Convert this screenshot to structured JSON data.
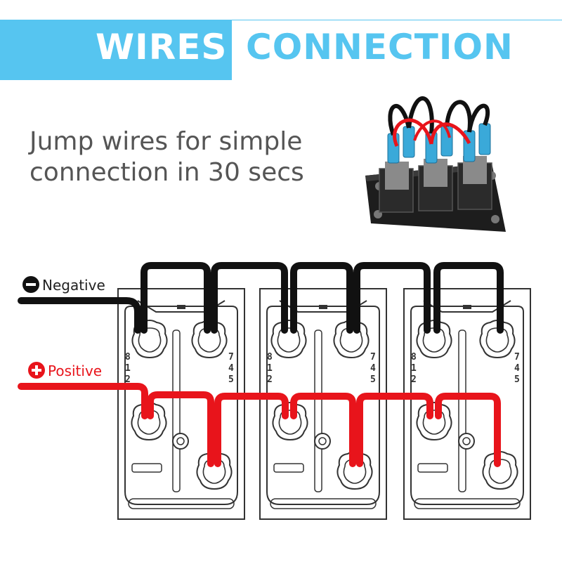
{
  "header": {
    "title_left": "WIRES",
    "title_right": "CONNECTION"
  },
  "tagline": {
    "line1": "Jump wires for simple",
    "line2": "connection in 30 secs"
  },
  "labels": {
    "negative": "Negative",
    "positive": "Positive",
    "negative_symbol": "minus-circle-icon",
    "positive_symbol": "plus-circle-icon"
  },
  "switches": [
    {
      "left_pins": "8 1 2",
      "right_pins": "7 4 5"
    },
    {
      "left_pins": "8 1 2",
      "right_pins": "7 4 5"
    },
    {
      "left_pins": "8 1 2",
      "right_pins": "7 4 5"
    }
  ],
  "colors": {
    "accent": "#56c5f0",
    "negative_wire": "#111111",
    "positive_wire": "#e8141b",
    "outline": "#333333",
    "text": "#555555"
  }
}
